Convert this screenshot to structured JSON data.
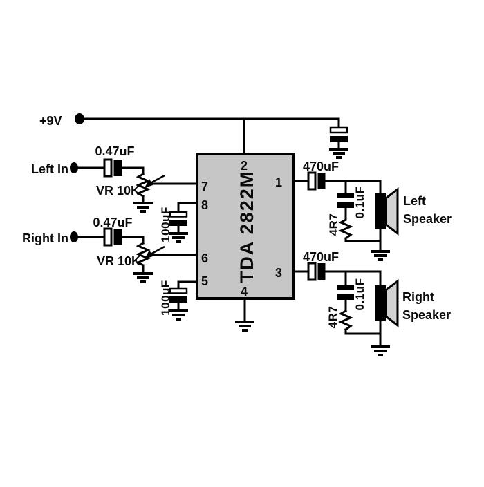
{
  "colors": {
    "wire": "#000000",
    "ic_fill": "#c6c6c6",
    "cone_fill": "#d2d2d2",
    "background": "#ffffff"
  },
  "power": {
    "label": "+9V"
  },
  "ic": {
    "label": "TDA 2822M",
    "pin1": "1",
    "pin2": "2",
    "pin3": "3",
    "pin4": "4",
    "pin5": "5",
    "pin6": "6",
    "pin7": "7",
    "pin8": "8"
  },
  "left_input": {
    "label": "Left In",
    "coupling_cap": "0.47uF",
    "volume_pot": "VR 10K"
  },
  "right_input": {
    "label": "Right In",
    "coupling_cap": "0.47uF",
    "volume_pot": "VR 10K"
  },
  "decoupling": {
    "pin8_cap": "100uF",
    "pin5_cap": "100uF"
  },
  "left_output": {
    "coupling_cap": "470uF",
    "zobel_cap": "0.1uF",
    "zobel_res": "4R7",
    "speaker_line1": "Left",
    "speaker_line2": "Speaker"
  },
  "right_output": {
    "coupling_cap": "470uF",
    "zobel_cap": "0.1uF",
    "zobel_res": "4R7",
    "speaker_line1": "Right",
    "speaker_line2": "Speaker"
  }
}
